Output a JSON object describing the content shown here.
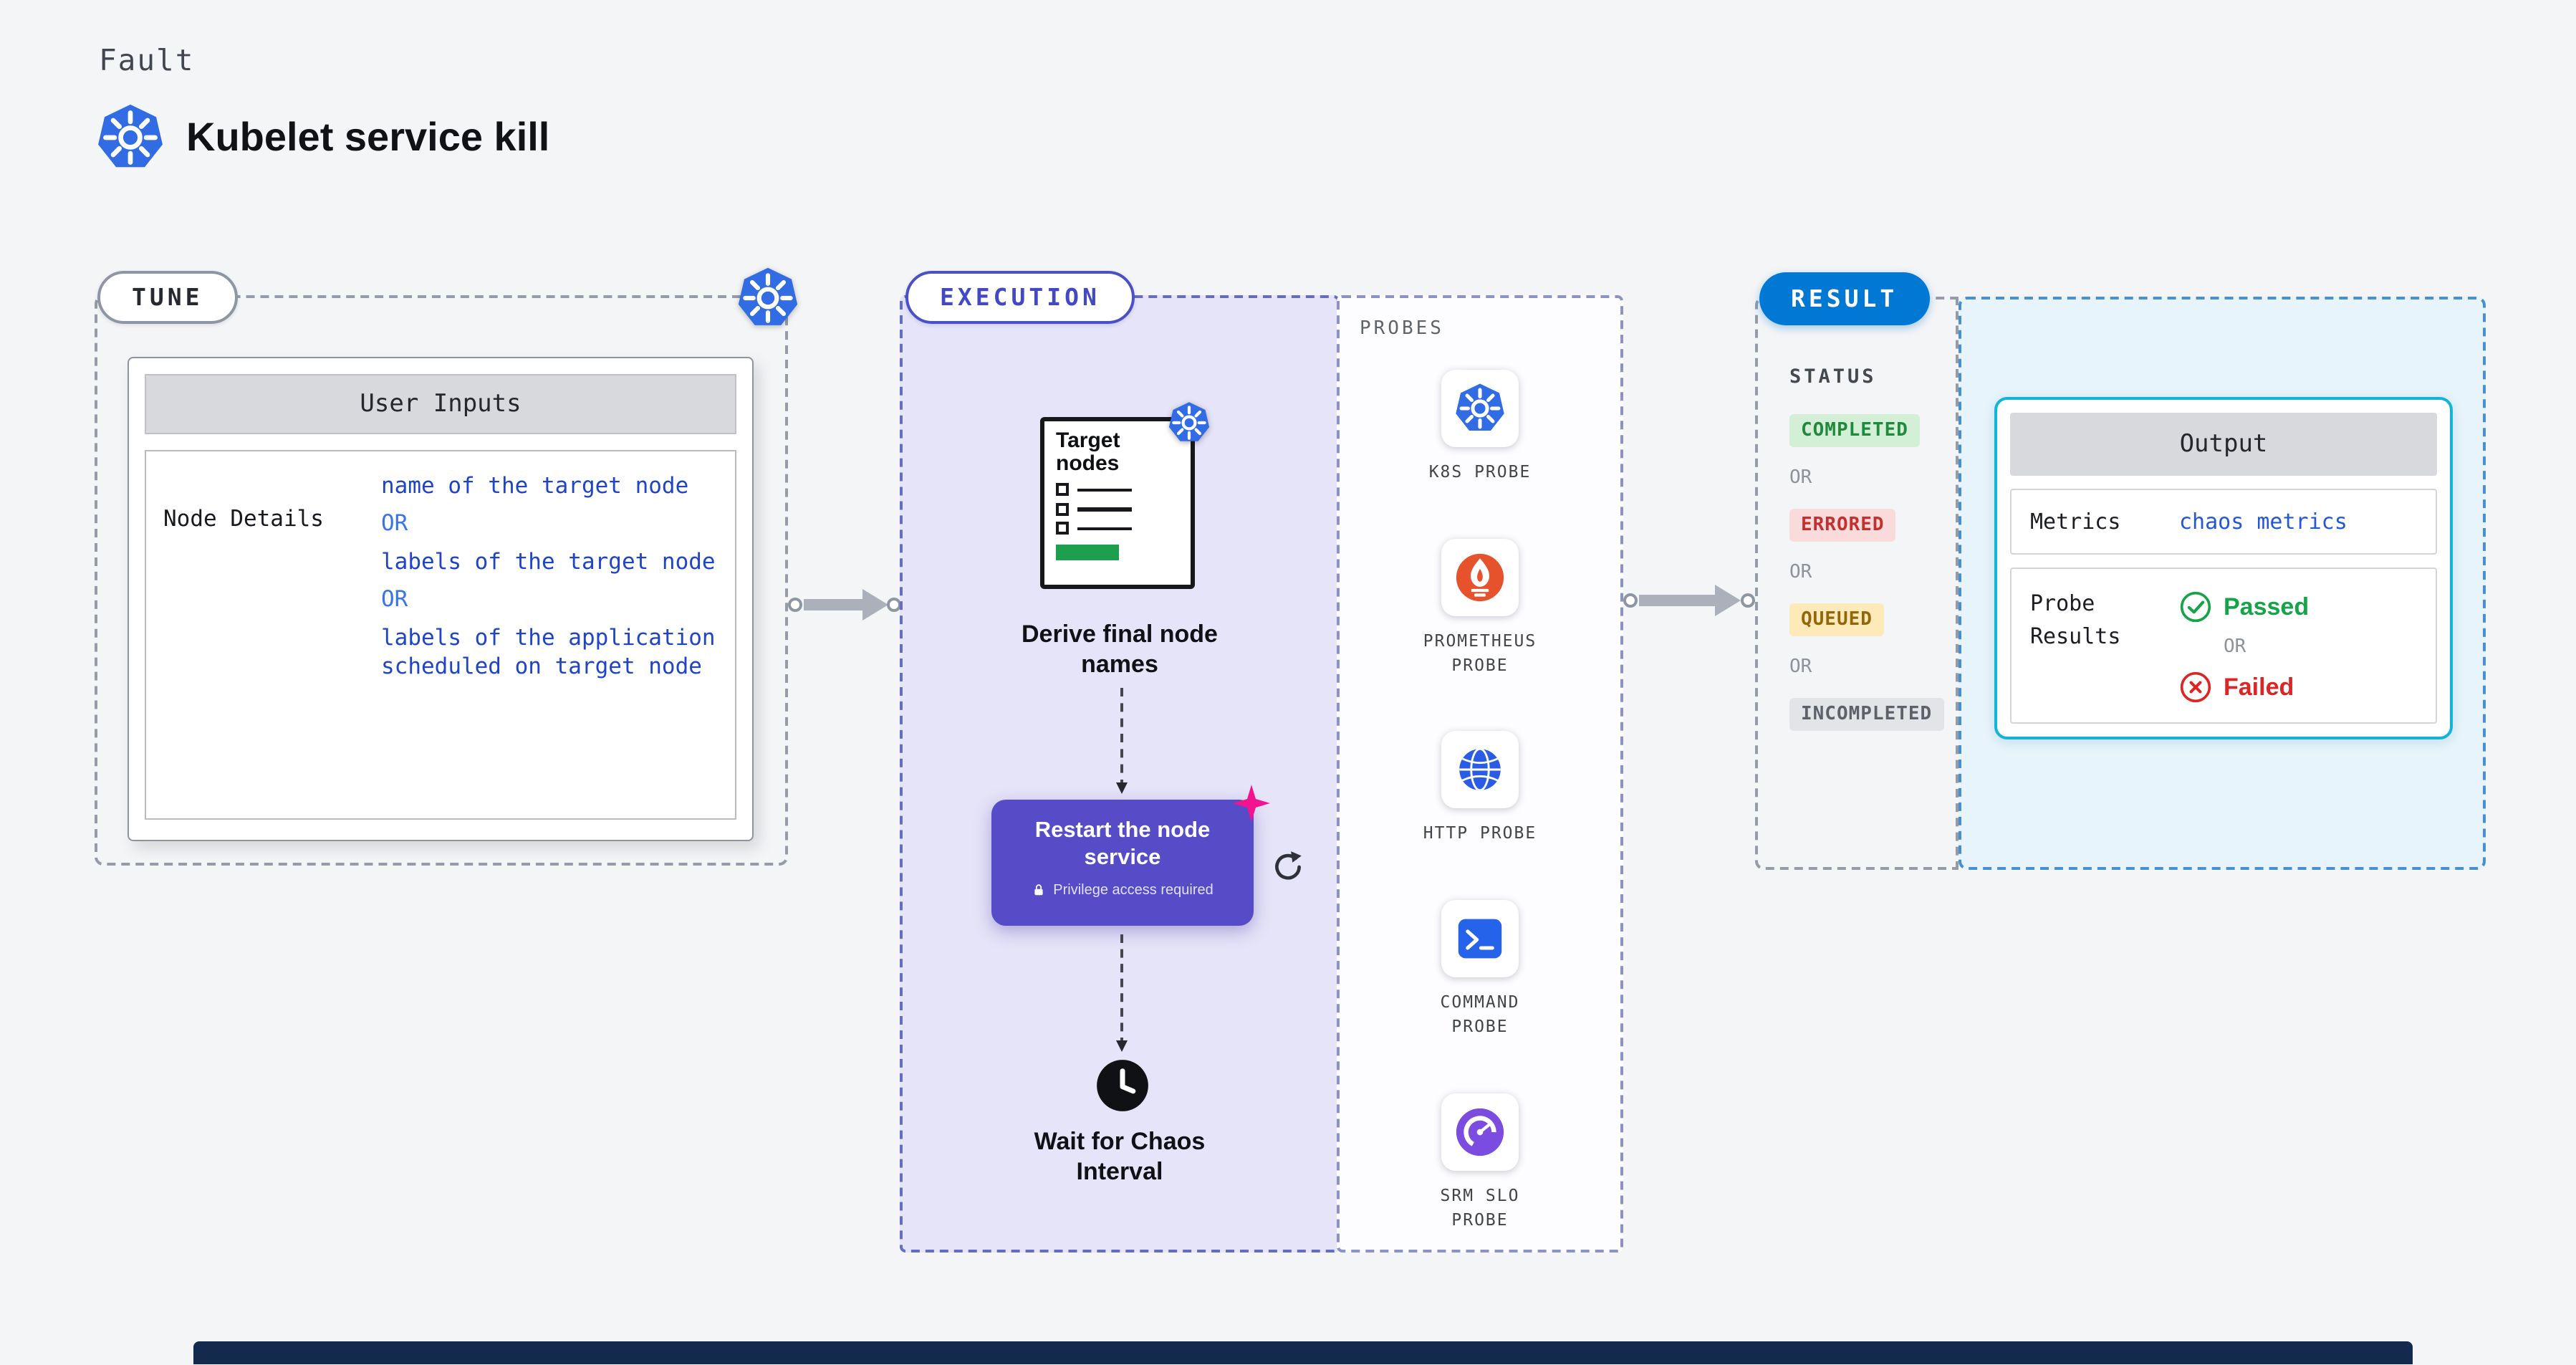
{
  "page": {
    "kicker": "Fault",
    "title": "Kubelet service kill"
  },
  "tune": {
    "pill": "TUNE",
    "user_inputs": {
      "header": "User Inputs",
      "row_label": "Node Details",
      "values": [
        "name of the target node",
        "OR",
        "labels of the target node",
        "OR",
        "labels of the application scheduled on target node"
      ]
    }
  },
  "execution": {
    "pill": "EXECUTION",
    "target_nodes": {
      "doc_title": "Target nodes",
      "caption": "Derive final node names"
    },
    "restart_step": {
      "title": "Restart the node service",
      "badge": "Privilege access required"
    },
    "wait_step": {
      "caption": "Wait for Chaos Interval"
    },
    "probes": {
      "label": "PROBES",
      "items": [
        {
          "label": "K8S PROBE",
          "icon": "k8s-icon"
        },
        {
          "label": "PROMETHEUS PROBE",
          "icon": "prometheus-icon"
        },
        {
          "label": "HTTP PROBE",
          "icon": "globe-icon"
        },
        {
          "label": "COMMAND PROBE",
          "icon": "terminal-icon"
        },
        {
          "label": "SRM SLO PROBE",
          "icon": "gauge-icon"
        }
      ]
    }
  },
  "result": {
    "pill": "RESULT",
    "status": {
      "label": "STATUS",
      "sequence": [
        "COMPLETED",
        "OR",
        "ERRORED",
        "OR",
        "QUEUED",
        "OR",
        "INCOMPLETED"
      ]
    },
    "output": {
      "header": "Output",
      "metrics": {
        "label": "Metrics",
        "value": "chaos metrics"
      },
      "probe_results": {
        "label": "Probe Results",
        "passed": "Passed",
        "or": "OR",
        "failed": "Failed"
      }
    }
  },
  "colors": {
    "k8s_blue": "#326CE5",
    "execution_purple": "#574CC7",
    "result_blue": "#0278D5",
    "output_border_cyan": "#12B5D8",
    "completed_green": "#1F8A3D",
    "errored_red": "#C23030",
    "queued_amber": "#94660A",
    "incompleted_gray": "#5D616A",
    "passed_green": "#17A34A",
    "failed_red": "#DC2626",
    "code_blue": "#1F44C8",
    "prometheus_orange": "#E6522C"
  }
}
